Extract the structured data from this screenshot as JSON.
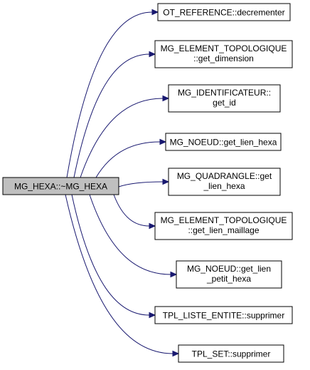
{
  "diagram": {
    "edge_color": "#191970",
    "root": {
      "label": "MG_HEXA::~MG_HEXA",
      "fill": "#bfbfbf"
    },
    "callees": [
      {
        "id": "ot-reference-decrementer",
        "lines": [
          "OT_REFERENCE::decrementer"
        ]
      },
      {
        "id": "mg-element-topologique-get-dimension",
        "lines": [
          "MG_ELEMENT_TOPOLOGIQUE",
          "::get_dimension"
        ]
      },
      {
        "id": "mg-identificateur-get-id",
        "lines": [
          "MG_IDENTIFICATEUR::",
          "get_id"
        ]
      },
      {
        "id": "mg-noeud-get-lien-hexa",
        "lines": [
          "MG_NOEUD::get_lien_hexa"
        ]
      },
      {
        "id": "mg-quadrangle-get-lien-hexa",
        "lines": [
          "MG_QUADRANGLE::get",
          "_lien_hexa"
        ]
      },
      {
        "id": "mg-element-topologique-get-lien-maillage",
        "lines": [
          "MG_ELEMENT_TOPOLOGIQUE",
          "::get_lien_maillage"
        ]
      },
      {
        "id": "mg-noeud-get-lien-petit-hexa",
        "lines": [
          "MG_NOEUD::get_lien",
          "_petit_hexa"
        ]
      },
      {
        "id": "tpl-liste-entite-supprimer",
        "lines": [
          "TPL_LISTE_ENTITE::supprimer"
        ]
      },
      {
        "id": "tpl-set-supprimer",
        "lines": [
          "TPL_SET::supprimer"
        ]
      }
    ]
  }
}
